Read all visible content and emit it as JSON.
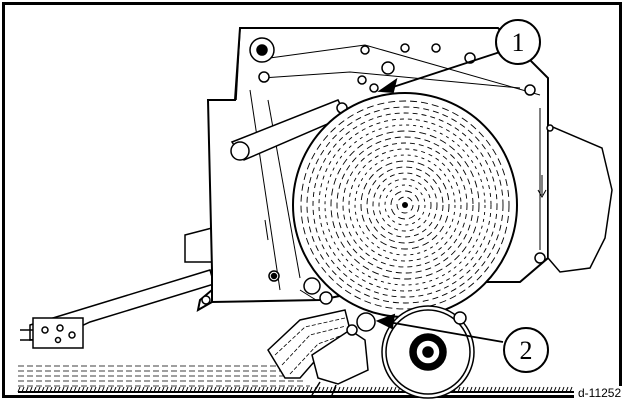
{
  "figure": {
    "callouts": [
      {
        "id": "callout-1",
        "number": "1"
      },
      {
        "id": "callout-2",
        "number": "2"
      }
    ],
    "figure_code": "d-11252"
  }
}
